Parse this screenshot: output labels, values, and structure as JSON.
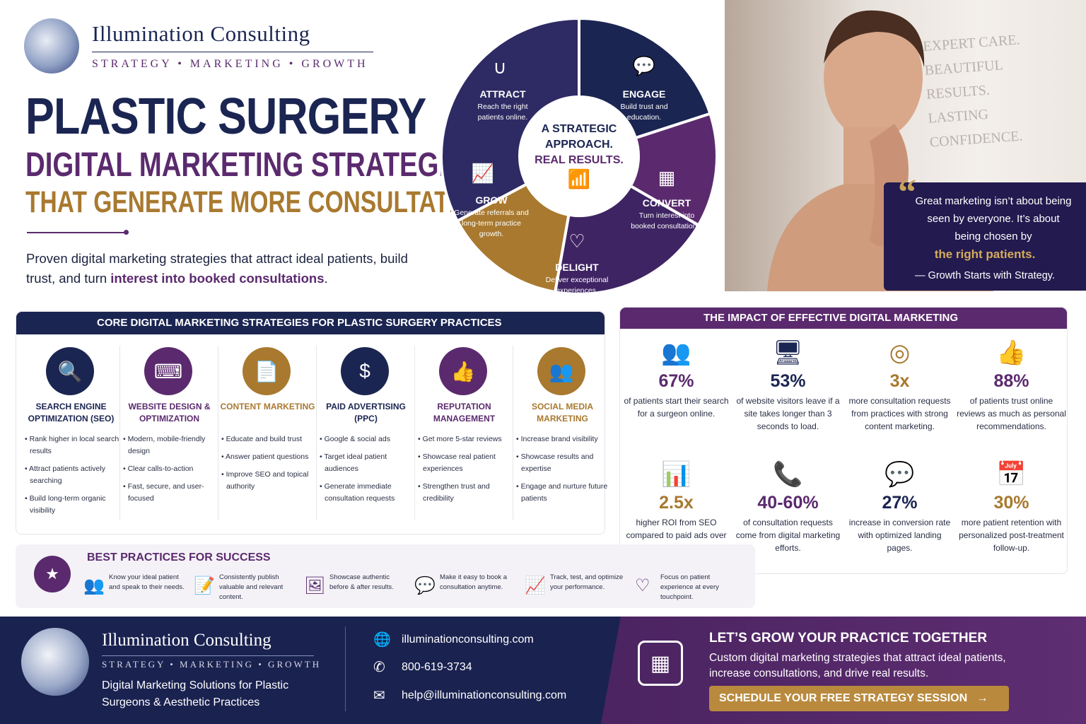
{
  "brand": {
    "name": "Illumination Consulting",
    "tagline": "STRATEGY • MARKETING • GROWTH"
  },
  "hero": {
    "title_line1": "PLASTIC SURGERY",
    "title_line2": "DIGITAL MARKETING STRATEGIES",
    "title_line3": "THAT GENERATE MORE CONSULTATIONS",
    "intro_text": "Proven digital marketing strategies that attract ideal patients, build trust, and turn ",
    "intro_highlight": "interest into booked consultations",
    "intro_end": "."
  },
  "wheel": {
    "center_line1": "A STRATEGIC",
    "center_line2": "APPROACH.",
    "center_line3": "REAL RESULTS.",
    "stages": [
      {
        "title": "ATTRACT",
        "text": "Reach the right patients online.",
        "icon": "magnet-icon",
        "color": "#1b2552"
      },
      {
        "title": "ENGAGE",
        "text": "Build trust and education.",
        "icon": "people-chat-icon",
        "color": "#5b2a6e"
      },
      {
        "title": "CONVERT",
        "text": "Turn interest into booked consultations.",
        "icon": "calendar-icon",
        "color": "#3f2463"
      },
      {
        "title": "DELIGHT",
        "text": "Deliver exceptional experiences.",
        "icon": "heart-hands-icon",
        "color": "#a8792f"
      },
      {
        "title": "GROW",
        "text": "Generate referrals and long-term practice growth.",
        "icon": "growth-chart-icon",
        "color": "#2e2a63"
      }
    ]
  },
  "photo": {
    "wall_text": [
      "EXPERT CARE.",
      "BEAUTIFUL",
      "RESULTS.",
      "LASTING",
      "CONFIDENCE."
    ]
  },
  "quote": {
    "line1": "Great marketing isn’t about being seen by everyone. It’s about being chosen by",
    "highlight": "the right patients.",
    "signature": "— Growth Starts with Strategy."
  },
  "strategies": {
    "heading": "CORE DIGITAL MARKETING STRATEGIES FOR PLASTIC SURGERY PRACTICES",
    "items": [
      {
        "title": "SEARCH ENGINE OPTIMIZATION (SEO)",
        "color": "#1b2552",
        "icon": "search-icon",
        "bullets": [
          "Rank higher in local search results",
          "Attract patients actively searching",
          "Build long-term organic visibility"
        ]
      },
      {
        "title": "WEBSITE DESIGN & OPTIMIZATION",
        "color": "#5b2a6e",
        "icon": "website-globe-icon",
        "bullets": [
          "Modern, mobile-friendly design",
          "Clear calls-to-action",
          "Fast, secure, and user-focused"
        ]
      },
      {
        "title": "CONTENT MARKETING",
        "color": "#a8792f",
        "icon": "content-document-icon",
        "bullets": [
          "Educate and build trust",
          "Answer patient questions",
          "Improve SEO and topical authority"
        ]
      },
      {
        "title": "PAID ADVERTISING (PPC)",
        "color": "#1b2552",
        "icon": "dollar-click-icon",
        "bullets": [
          "Google & social ads",
          "Target ideal patient audiences",
          "Generate immediate consultation requests"
        ]
      },
      {
        "title": "REPUTATION MANAGEMENT",
        "color": "#5b2a6e",
        "icon": "thumbs-up-stars-icon",
        "bullets": [
          "Get more 5-star reviews",
          "Showcase real patient experiences",
          "Strengthen trust and credibility"
        ]
      },
      {
        "title": "SOCIAL MEDIA MARKETING",
        "color": "#a8792f",
        "icon": "social-people-icon",
        "bullets": [
          "Increase brand visibility",
          "Showcase results and expertise",
          "Engage and nurture future patients"
        ]
      }
    ]
  },
  "impact": {
    "heading": "THE IMPACT OF EFFECTIVE DIGITAL MARKETING",
    "stats": [
      {
        "value": "67%",
        "text": "of patients start their search for a surgeon online.",
        "color": "#5b2a6e",
        "icon": "people-group-icon"
      },
      {
        "value": "53%",
        "text": "of website visitors leave if a site takes longer than 3 seconds to load.",
        "color": "#1b2552",
        "icon": "browser-search-icon"
      },
      {
        "value": "3x",
        "text": "more consultation requests from practices with strong content marketing.",
        "color": "#a8792f",
        "icon": "target-icon"
      },
      {
        "value": "88%",
        "text": "of patients trust online reviews as much as personal recommendations.",
        "color": "#5b2a6e",
        "icon": "thumbs-up-icon"
      },
      {
        "value": "2.5x",
        "text": "higher ROI from SEO compared to paid ads over the long term.",
        "color": "#a8792f",
        "icon": "bar-chart-icon"
      },
      {
        "value": "40-60%",
        "text": "of consultation requests come from digital marketing efforts.",
        "color": "#5b2a6e",
        "icon": "phone-icon"
      },
      {
        "value": "27%",
        "text": "increase in conversion rate with optimized landing pages.",
        "color": "#1b2552",
        "icon": "chat-bubble-icon"
      },
      {
        "value": "30%",
        "text": "more patient retention with personalized post-treatment follow-up.",
        "color": "#a8792f",
        "icon": "calendar-check-icon"
      }
    ]
  },
  "best": {
    "heading": "BEST PRACTICES FOR SUCCESS",
    "items": [
      {
        "text": "Know your ideal patient and speak to their needs.",
        "icon": "people-icon"
      },
      {
        "text": "Consistently publish valuable and relevant content.",
        "icon": "document-edit-icon"
      },
      {
        "text": "Showcase authentic before & after results.",
        "icon": "image-icon"
      },
      {
        "text": "Make it easy to book a consultation anytime.",
        "icon": "chat-icon"
      },
      {
        "text": "Track, test, and optimize your performance.",
        "icon": "analytics-icon"
      },
      {
        "text": "Focus on patient experience at every touchpoint.",
        "icon": "heart-icon"
      }
    ]
  },
  "footer": {
    "description": "Digital Marketing Solutions for Plastic Surgeons & Aesthetic Practices",
    "website": "illuminationconsulting.com",
    "phone": "800-619-3734",
    "email": "help@illuminationconsulting.com",
    "cta_title": "LET’S GROW YOUR PRACTICE TOGETHER",
    "cta_text": "Custom digital marketing strategies that attract ideal patients, increase consultations, and drive real results.",
    "cta_button": "SCHEDULE YOUR FREE STRATEGY SESSION",
    "cta_arrow": "→"
  }
}
